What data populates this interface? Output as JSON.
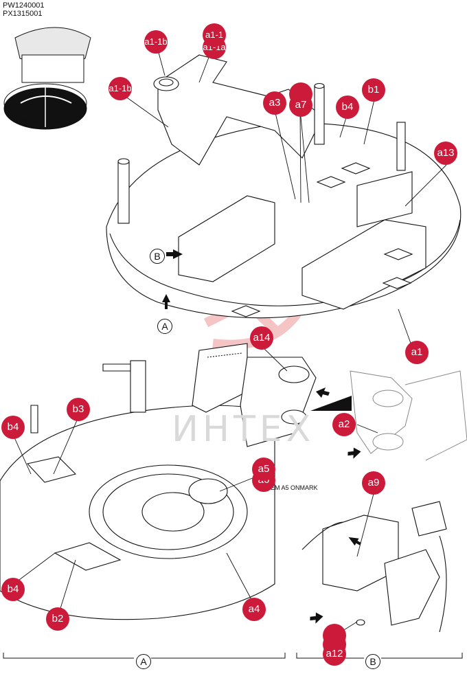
{
  "header": {
    "code1": "PW1240001",
    "code2": "PX1315001"
  },
  "callouts": {
    "a1_1b_top": "a1-1b",
    "a1_1_top": "a1-1",
    "a1_1a_top": "a1-1a",
    "a1_1b_left": "a1-1b",
    "a3": "a3",
    "a7": "a7",
    "b4_top": "b4",
    "b1": "b1",
    "a13": "a13",
    "a14": "a14",
    "a1": "a1",
    "a2": "a2",
    "b4_left": "b4",
    "b3": "b3",
    "a5": "a5",
    "a6": "a6",
    "a9": "a9",
    "b4_bottom": "b4",
    "b2": "b2",
    "a4": "a4",
    "a12": "a12"
  },
  "notes": {
    "onmark": "ITEM A5 ONMARK"
  },
  "views": {
    "view_a": "A",
    "view_b": "B",
    "arrow_a": "A",
    "arrow_b": "B"
  },
  "watermark": "ИНТЕХ",
  "colors": {
    "callout": "#cc1b3a",
    "line": "#111111",
    "watermark": "#f3b8b8"
  }
}
